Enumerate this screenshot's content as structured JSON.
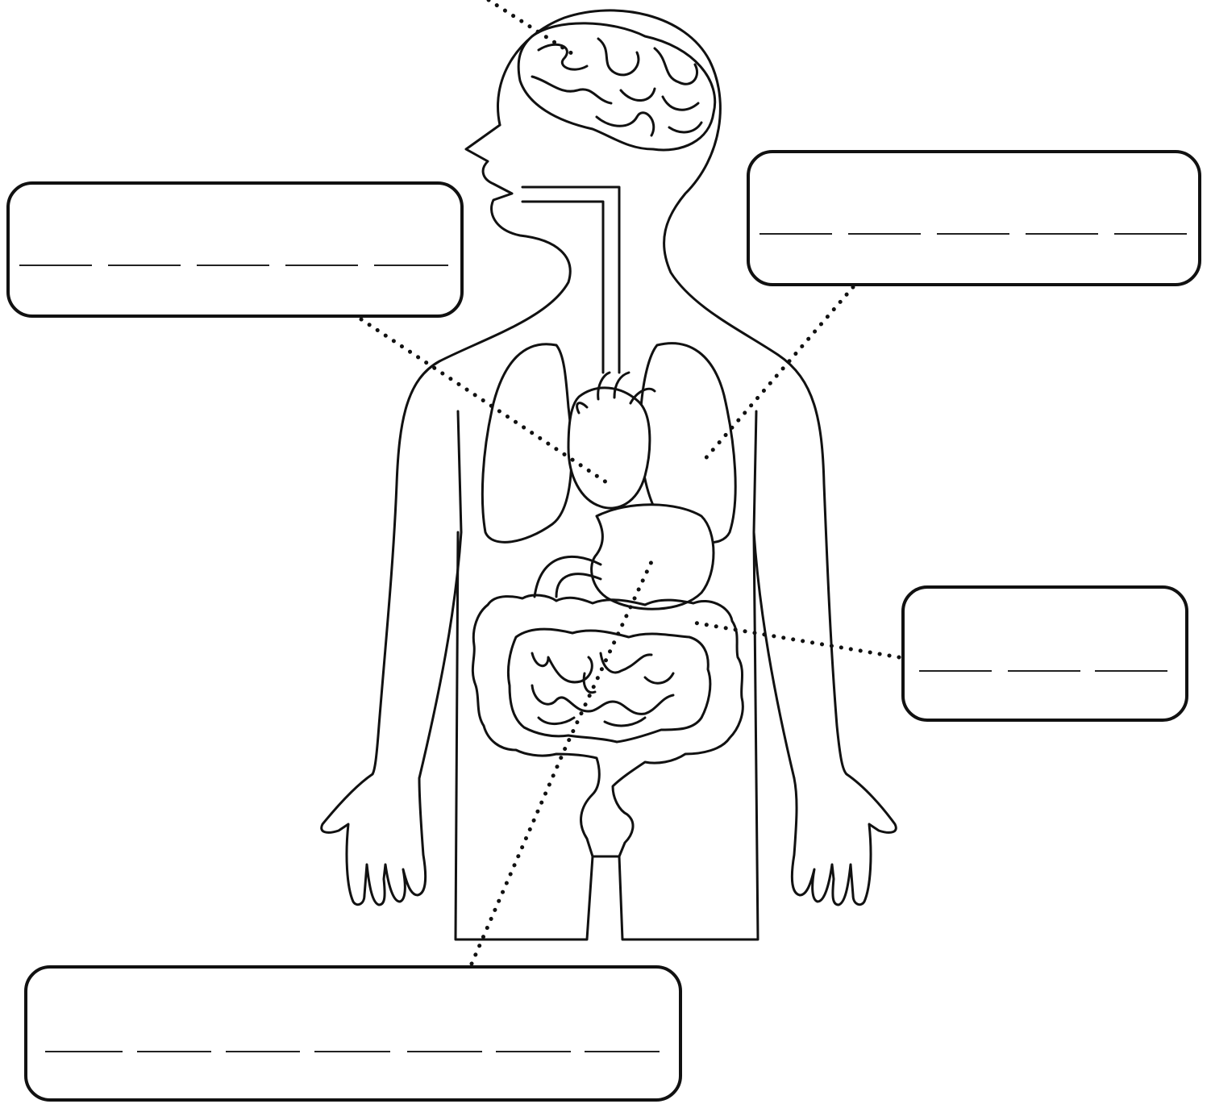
{
  "worksheet": {
    "label_boxes": [
      {
        "id": "box-upper-left",
        "answer": "",
        "blank_segments": 5
      },
      {
        "id": "box-upper-right",
        "answer": "",
        "blank_segments": 5
      },
      {
        "id": "box-middle-right",
        "answer": "",
        "blank_segments": 3
      },
      {
        "id": "box-bottom",
        "answer": "",
        "blank_segments": 7
      }
    ],
    "pointers": [
      {
        "from": "top-edge",
        "to": "brain"
      },
      {
        "from": "box-upper-left",
        "to": "heart"
      },
      {
        "from": "box-upper-right",
        "to": "lung"
      },
      {
        "from": "box-middle-right",
        "to": "large-intestine"
      },
      {
        "from": "box-bottom",
        "to": "stomach"
      }
    ],
    "colors": {
      "line": "#111111",
      "background": "#ffffff"
    }
  }
}
